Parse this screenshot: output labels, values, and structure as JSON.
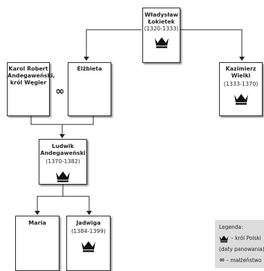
{
  "persons": {
    "wladyslaw": {
      "name": "Władysław\nŁokietek",
      "dates": "(1320-1333)"
    },
    "karol": {
      "name": "Karol Robert\nAndegaweński,\nkról Węgier"
    },
    "elzbieta": {
      "name": "Elżbieta"
    },
    "kazimierz": {
      "name": "Kazimierz\nWielki",
      "dates": "(1333-1370)"
    },
    "ludwik": {
      "name": "Ludwik\nAndegaweński",
      "dates": "(1370-1382)"
    },
    "maria": {
      "name": "Maria"
    },
    "jadwiga": {
      "name": "Jadwiga",
      "dates": "(1384-1399)"
    }
  },
  "marriage_symbol": "∞",
  "legend": {
    "title": "Legenda:",
    "king_text": "– król Polski",
    "king_sub": "(daty panowania)",
    "marriage_symbol": "∞",
    "marriage_text": "– małżeństwo"
  },
  "colors": {
    "crown": "#111111",
    "legend_bg": "#dcdcdc"
  }
}
